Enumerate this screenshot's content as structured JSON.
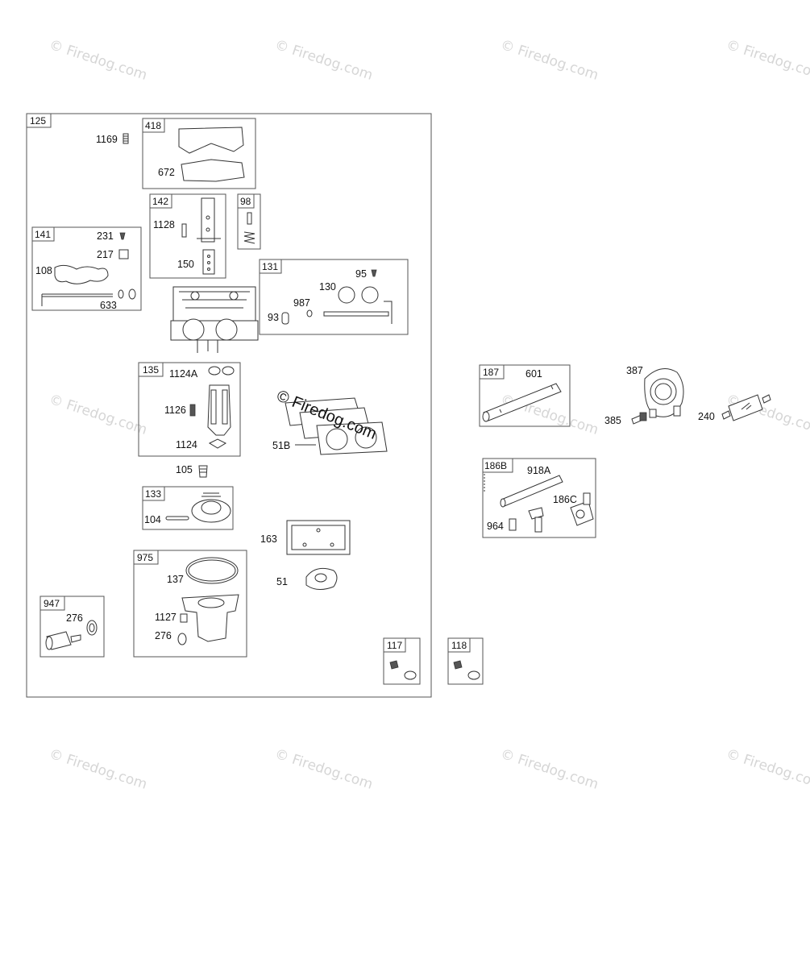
{
  "watermark": {
    "text": "© Firedog.com"
  },
  "groups": [
    {
      "id": "125",
      "parts": []
    },
    {
      "id": "418",
      "parts": [
        "672"
      ]
    },
    {
      "id": "142",
      "parts": [
        "1128",
        "150"
      ]
    },
    {
      "id": "98",
      "parts": []
    },
    {
      "id": "141",
      "parts": [
        "231",
        "217",
        "108",
        "633"
      ]
    },
    {
      "id": "131",
      "parts": [
        "95",
        "130",
        "987",
        "93"
      ]
    },
    {
      "id": "135",
      "parts": [
        "1124A",
        "1126",
        "1124"
      ]
    },
    {
      "id": "133",
      "parts": [
        "104"
      ]
    },
    {
      "id": "975",
      "parts": [
        "137",
        "1127",
        "276"
      ]
    },
    {
      "id": "947",
      "parts": [
        "276"
      ]
    },
    {
      "id": "117",
      "parts": []
    },
    {
      "id": "118",
      "parts": []
    },
    {
      "id": "187",
      "parts": [
        "601"
      ]
    },
    {
      "id": "186B",
      "parts": [
        "918A",
        "186C",
        "964"
      ]
    }
  ],
  "loose_parts": [
    "1169",
    "105",
    "51B",
    "163",
    "51",
    "387",
    "385",
    "240"
  ]
}
